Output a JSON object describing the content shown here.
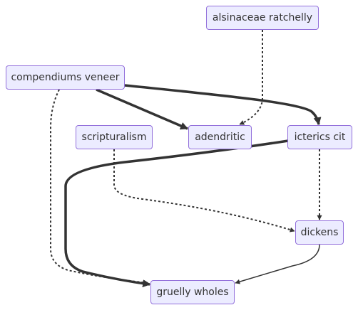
{
  "diagram": {
    "colors": {
      "node_fill": "#ECECFF",
      "node_border": "#9370DB",
      "text": "#333333",
      "edge": "#333333"
    },
    "nodes": {
      "alsinaceae": "alsinaceae ratchelly",
      "compendiums": "compendiums veneer",
      "scripturalism": "scripturalism",
      "adendritic": "adendritic",
      "icterics": "icterics cit",
      "dickens": "dickens",
      "gruelly": "gruelly wholes"
    },
    "edges": [
      {
        "from": "compendiums veneer",
        "to": "adendritic",
        "style": "thick"
      },
      {
        "from": "compendiums veneer",
        "to": "icterics cit",
        "style": "thick"
      },
      {
        "from": "alsinaceae ratchelly",
        "to": "adendritic",
        "style": "dotted"
      },
      {
        "from": "compendiums veneer",
        "to": "gruelly wholes",
        "style": "dotted"
      },
      {
        "from": "scripturalism",
        "to": "dickens",
        "style": "dotted"
      },
      {
        "from": "icterics cit",
        "to": "dickens",
        "style": "dotted"
      },
      {
        "from": "icterics cit",
        "to": "gruelly wholes",
        "style": "thick"
      },
      {
        "from": "dickens",
        "to": "gruelly wholes",
        "style": "normal"
      }
    ]
  }
}
